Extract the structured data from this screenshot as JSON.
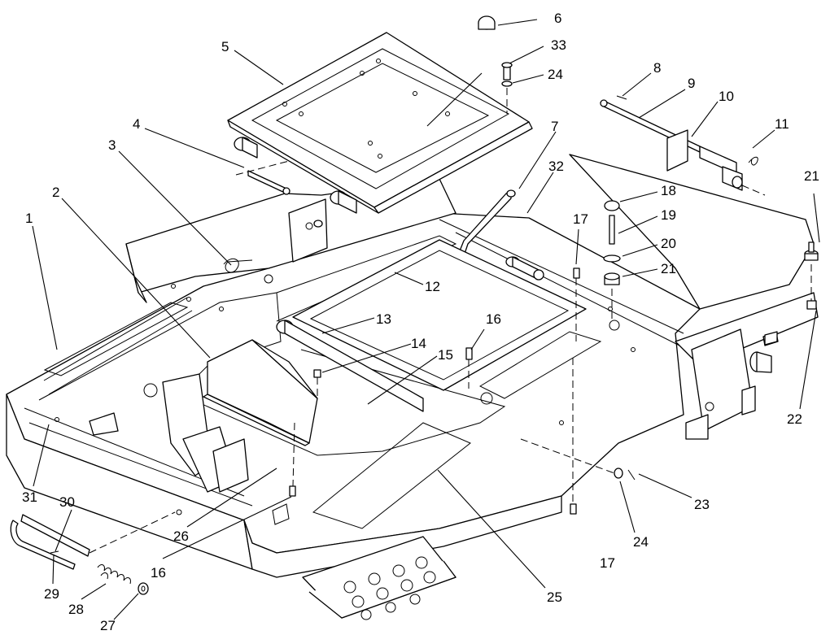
{
  "callouts": {
    "c1": "1",
    "c2": "2",
    "c3": "3",
    "c4": "4",
    "c5": "5",
    "c6": "6",
    "c7": "7",
    "c8": "8",
    "c9": "9",
    "c10": "10",
    "c11": "11",
    "c12": "12",
    "c13": "13",
    "c14": "14",
    "c15": "15",
    "c16a": "16",
    "c16b": "16",
    "c17a": "17",
    "c17b": "17",
    "c18": "18",
    "c19": "19",
    "c20": "20",
    "c21a": "21",
    "c21b": "21",
    "c22": "22",
    "c23": "23",
    "c24a": "24",
    "c24b": "24",
    "c25": "25",
    "c26": "26",
    "c27": "27",
    "c28": "28",
    "c29": "29",
    "c30": "30",
    "c31": "31",
    "c32": "32",
    "c33": "33"
  }
}
